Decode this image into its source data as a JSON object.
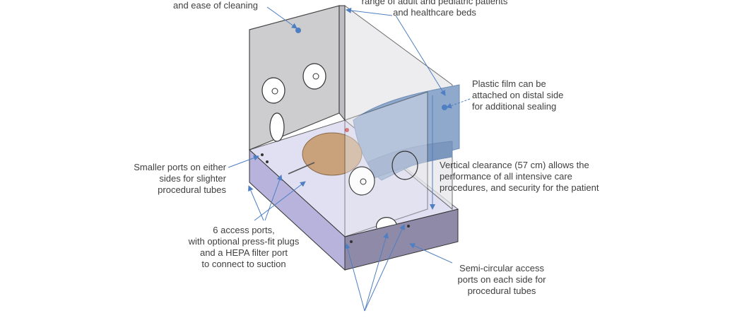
{
  "colors": {
    "box_edge": "#333333",
    "panel_grey": "#c8c8cc",
    "base_lavender": "#b7b3dc",
    "base_side": "#8f8aa8",
    "body_blue": "#8fa9cc",
    "head_skin": "#c9a17a",
    "arrow": "#4f7fc2"
  },
  "icons": [
    "pointer-arrow-icon",
    "access-port-icon",
    "plug-icon"
  ],
  "callouts": {
    "cleaning": {
      "lines": [
        "and ease of cleaning"
      ]
    },
    "patients": {
      "lines": [
        "range of adult and pediatric patients",
        "and healthcare beds"
      ]
    },
    "film": {
      "lines": [
        "Plastic film can be",
        "attached on distal side",
        "for additional sealing"
      ]
    },
    "smaller_ports": {
      "lines": [
        "Smaller ports on either",
        "sides for slighter",
        "procedural tubes"
      ]
    },
    "clearance": {
      "lines": [
        "Vertical clearance (57 cm) allows the",
        "performance of all intensive care",
        "procedures, and security for the patient"
      ]
    },
    "access_ports": {
      "lines": [
        "6 access ports,",
        "with optional press-fit plugs",
        "and a HEPA filter port",
        "to connect to suction"
      ]
    },
    "semicircular": {
      "lines": [
        "Semi-circular access",
        "ports on each side for",
        "procedural tubes"
      ]
    }
  }
}
